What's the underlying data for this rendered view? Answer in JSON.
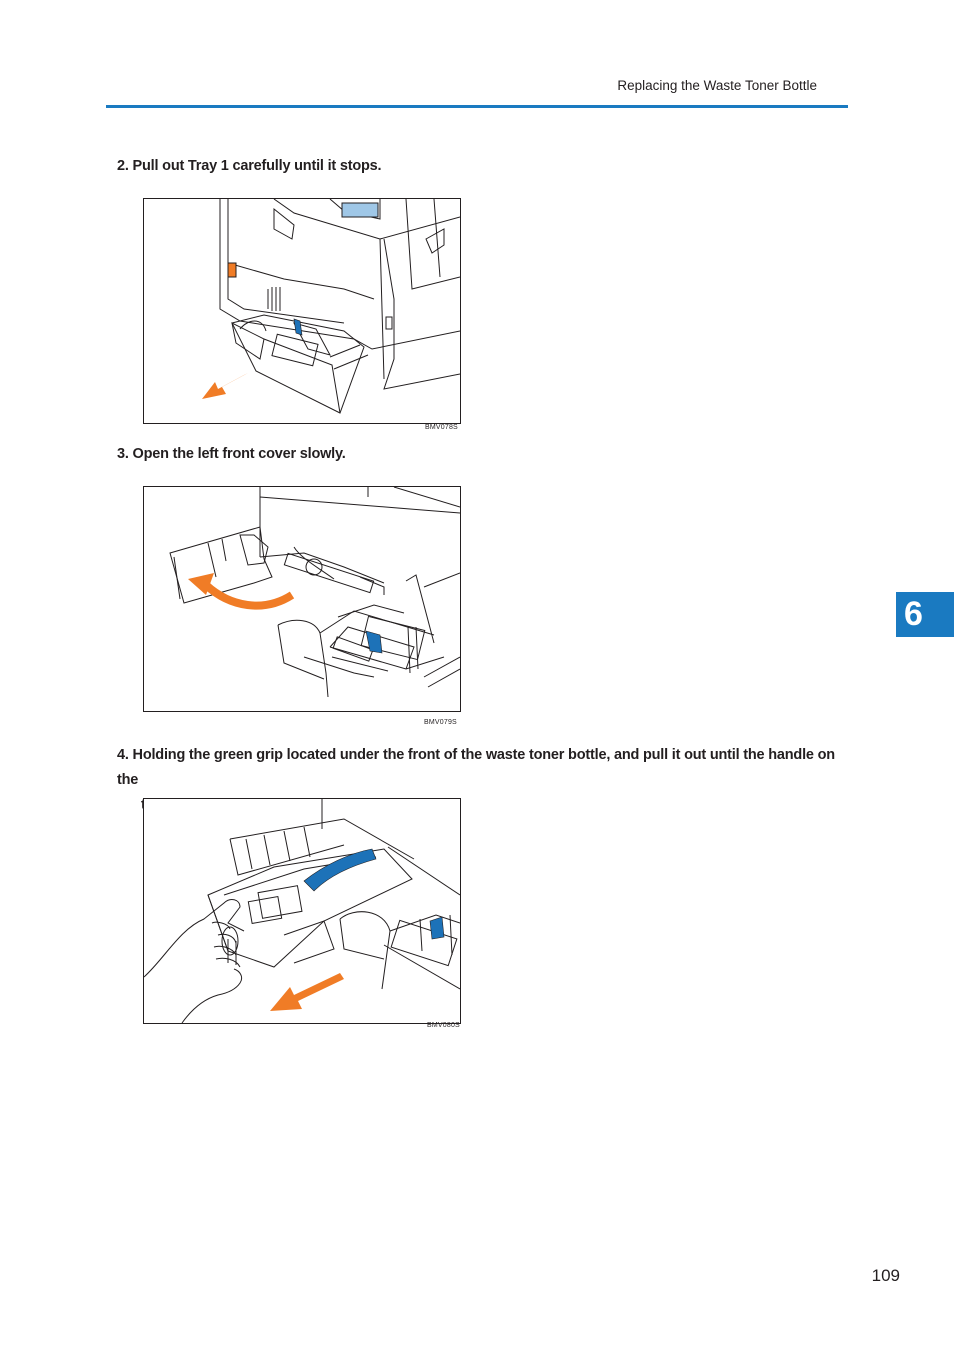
{
  "header": {
    "title": "Replacing the Waste Toner Bottle"
  },
  "steps": [
    {
      "number": "2.",
      "text": "Pull out Tray 1 carefully until it stops."
    },
    {
      "number": "3.",
      "text": "Open the left front cover slowly."
    },
    {
      "number": "4.",
      "text_line1": "Holding the green grip located under the front of the waste toner bottle, and pull it out until the handle on the",
      "text_line2": "top is completely visible."
    }
  ],
  "figures": [
    {
      "code": "BMV078S"
    },
    {
      "code": "BMV079S"
    },
    {
      "code": "BMV080S"
    }
  ],
  "chapter_tab": {
    "label": "6"
  },
  "page_number": "109",
  "colors": {
    "accent_blue": "#1a7ac1",
    "arrow_orange": "#f07c26",
    "part_blue": "#1d72b8"
  }
}
